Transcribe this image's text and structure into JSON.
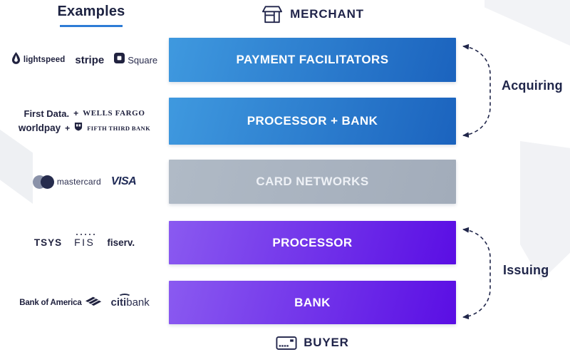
{
  "examples": {
    "heading": "Examples",
    "payment_facilitators": {
      "lightspeed": "lightspeed",
      "stripe": "stripe",
      "square": "Square"
    },
    "processor_bank": {
      "first_data": "First Data.",
      "plus_1": "+",
      "wells_fargo": "WELLS FARGO",
      "worldpay": "worldpay",
      "plus_2": "+",
      "fifth_third_bank": "FIFTH THIRD BANK"
    },
    "card_networks": {
      "mastercard": "mastercard",
      "visa": "VISA"
    },
    "processor": {
      "tsys": "TSYS",
      "fis": "FIS",
      "fiserv": "fiserv."
    },
    "bank": {
      "bank_of_america": "Bank of America",
      "citi": "citi",
      "bank_suffix": "bank"
    }
  },
  "endpoints": {
    "merchant": "MERCHANT",
    "buyer": "BUYER"
  },
  "layers": [
    {
      "label": "PAYMENT FACILITATORS",
      "theme": "blue"
    },
    {
      "label": "PROCESSOR + BANK",
      "theme": "blue"
    },
    {
      "label": "CARD NETWORKS",
      "theme": "gray"
    },
    {
      "label": "PROCESSOR",
      "theme": "purple"
    },
    {
      "label": "BANK",
      "theme": "purple"
    }
  ],
  "brackets": {
    "acquiring": {
      "label": "Acquiring"
    },
    "issuing": {
      "label": "Issuing"
    }
  },
  "colors": {
    "navy_text": "#20244a",
    "examples_underline": "#2e7cd6",
    "bar_blue_start": "#3f99df",
    "bar_blue_end": "#1b63be",
    "bar_gray": "#a9b3c0",
    "bar_purple_start": "#8a5af0",
    "bar_purple_end": "#5a0ee4",
    "bar_text": "#ffffff"
  }
}
